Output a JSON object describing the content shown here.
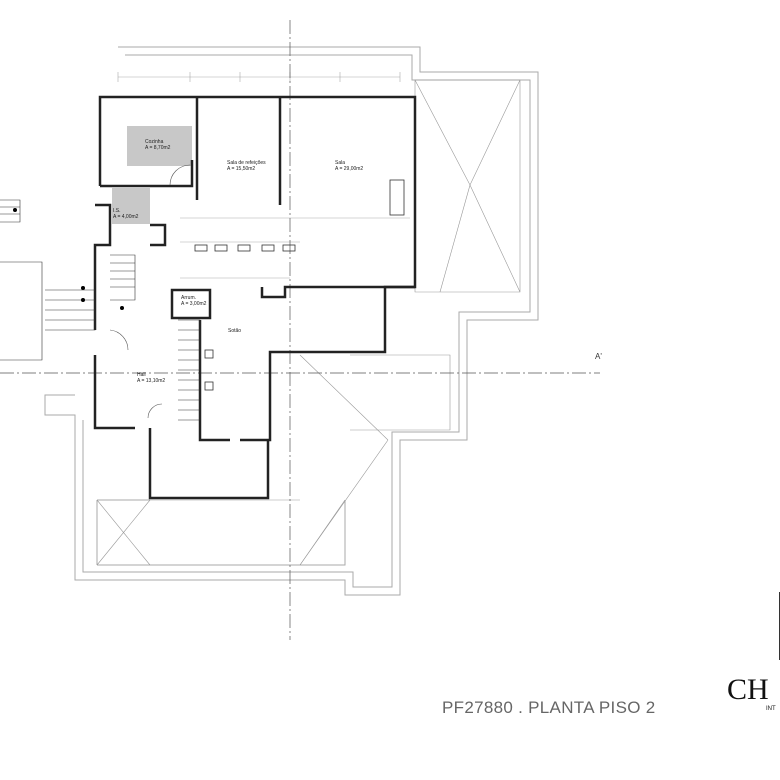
{
  "rooms": [
    {
      "name": "Cozinha",
      "area": "A = 8,70m2"
    },
    {
      "name": "Sala de refeições",
      "area": "A = 15,50m2"
    },
    {
      "name": "Sala",
      "area": "A = 29,00m2"
    },
    {
      "name": "I.S.",
      "area": "A = 4,00m2"
    },
    {
      "name": "Arrum.",
      "area": "A = 3,00m2"
    },
    {
      "name": "Sotão",
      "area": ""
    },
    {
      "name": "Hall",
      "area": "A = 13,10m2"
    }
  ],
  "section_marker": "A'",
  "title": "PF27880  . PLANTA PISO 2",
  "logo": {
    "text": "CH",
    "subtitle": "INT"
  },
  "colors": {
    "line": "#333333",
    "fill": "#c8c8c8"
  }
}
